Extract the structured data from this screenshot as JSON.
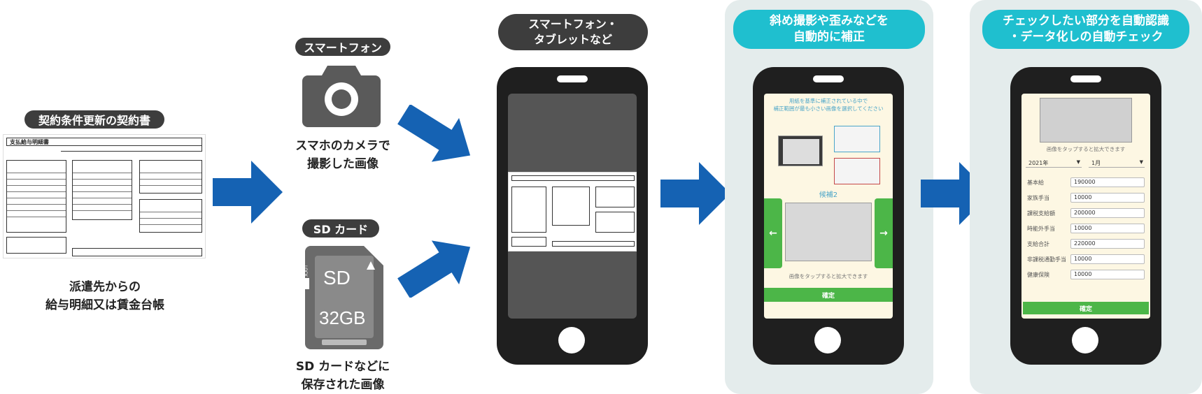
{
  "colors": {
    "arrow_blue": "#1562b3",
    "pill_dark": "#3d3d3d",
    "pill_cyan": "#1fbfcf",
    "panel_bg": "#e4ecec",
    "phone_body": "#1f1f1f",
    "ok_green": "#4cb648"
  },
  "contract": {
    "label": "契約条件更新の契約書",
    "doc_title": "支払給与明細書",
    "caption": "派遣先からの\n給与明細又は賃金台帳"
  },
  "smartphone": {
    "label": "スマートフォン",
    "icon": "camera-icon",
    "caption": "スマホのカメラで\n撮影した画像"
  },
  "sdcard": {
    "label": "SD カード",
    "icon": "sd-card-icon",
    "card_text": "SD",
    "card_size": "32GB",
    "lock_text": "LOCK",
    "caption": "SD カードなどに\n保存された画像"
  },
  "device": {
    "label": "スマートフォン・\nタブレットなど"
  },
  "correction": {
    "label": "斜め撮影や歪みなどを\n自動的に補正",
    "instruction": "用紙を基準に補正されている中で\n補正範囲が最も小さい画像を選択してください",
    "candidate_label": "候補2",
    "tap_hint": "画像をタップすると拡大できます",
    "confirm_label": "確定"
  },
  "autocheck": {
    "label": "チェックしたい部分を自動認識\n・データ化しの自動チェック",
    "tap_hint": "画像をタップすると拡大できます",
    "year": "2021年",
    "month": "1月",
    "fields": [
      {
        "label": "基本給",
        "value": "190000"
      },
      {
        "label": "家族手当",
        "value": "10000"
      },
      {
        "label": "課税支給額",
        "value": "200000"
      },
      {
        "label": "時能外手当",
        "value": "10000"
      },
      {
        "label": "支給合計",
        "value": "220000"
      },
      {
        "label": "非課税通勤手当",
        "value": "10000"
      },
      {
        "label": "健康保険",
        "value": "10000"
      }
    ],
    "confirm_label": "確定"
  }
}
